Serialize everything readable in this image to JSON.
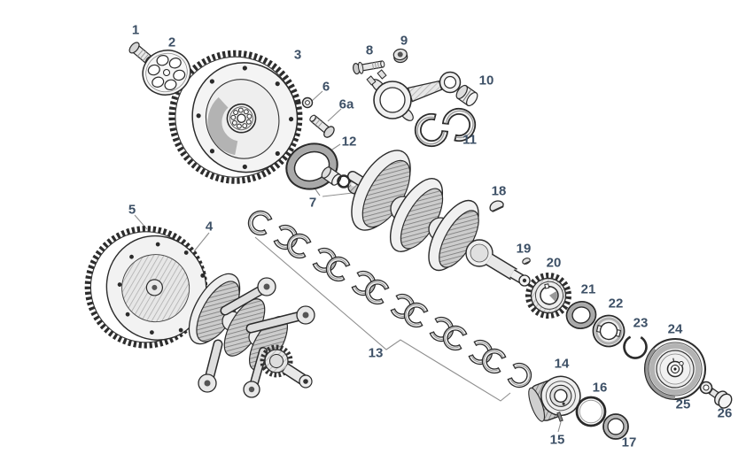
{
  "diagram": {
    "kind": "exploded-parts-diagram",
    "background_color": "#ffffff",
    "label_color": "#3d5066",
    "ink_color": "#2b2b2b",
    "leader_line_color": "#8f8f8f"
  },
  "parts": [
    {
      "num": "1",
      "name": "gland-nut-bolt"
    },
    {
      "num": "2",
      "name": "flywheel-lock-plate"
    },
    {
      "num": "3",
      "name": "flywheel"
    },
    {
      "num": "4",
      "name": "crankshaft-flywheel-assembly"
    },
    {
      "num": "5",
      "name": "ring-gear"
    },
    {
      "num": "6",
      "name": "washer"
    },
    {
      "num": "6a",
      "name": "flywheel-bolt"
    },
    {
      "num": "7",
      "name": "pilot-bushing-seal-plug-set"
    },
    {
      "num": "8",
      "name": "connecting-rod-bolt"
    },
    {
      "num": "9",
      "name": "connecting-rod-nut"
    },
    {
      "num": "10",
      "name": "wrist-pin-bushing"
    },
    {
      "num": "11",
      "name": "rod-bearing-shells"
    },
    {
      "num": "12",
      "name": "oil-seal-ring"
    },
    {
      "num": "13",
      "name": "main-bearing-shell-set"
    },
    {
      "num": "14",
      "name": "main-bearing"
    },
    {
      "num": "15",
      "name": "dowel-pin"
    },
    {
      "num": "16",
      "name": "o-ring"
    },
    {
      "num": "17",
      "name": "seal-ring"
    },
    {
      "num": "18",
      "name": "woodruff-key-flywheel-end"
    },
    {
      "num": "19",
      "name": "woodruff-key-pulley-end"
    },
    {
      "num": "20",
      "name": "timing-gear"
    },
    {
      "num": "21",
      "name": "spacer-ring"
    },
    {
      "num": "22",
      "name": "distributor-drive-gear"
    },
    {
      "num": "23",
      "name": "snap-ring"
    },
    {
      "num": "24",
      "name": "crankshaft-pulley"
    },
    {
      "num": "25",
      "name": "pulley-washer"
    },
    {
      "num": "26",
      "name": "pulley-bolt"
    }
  ]
}
